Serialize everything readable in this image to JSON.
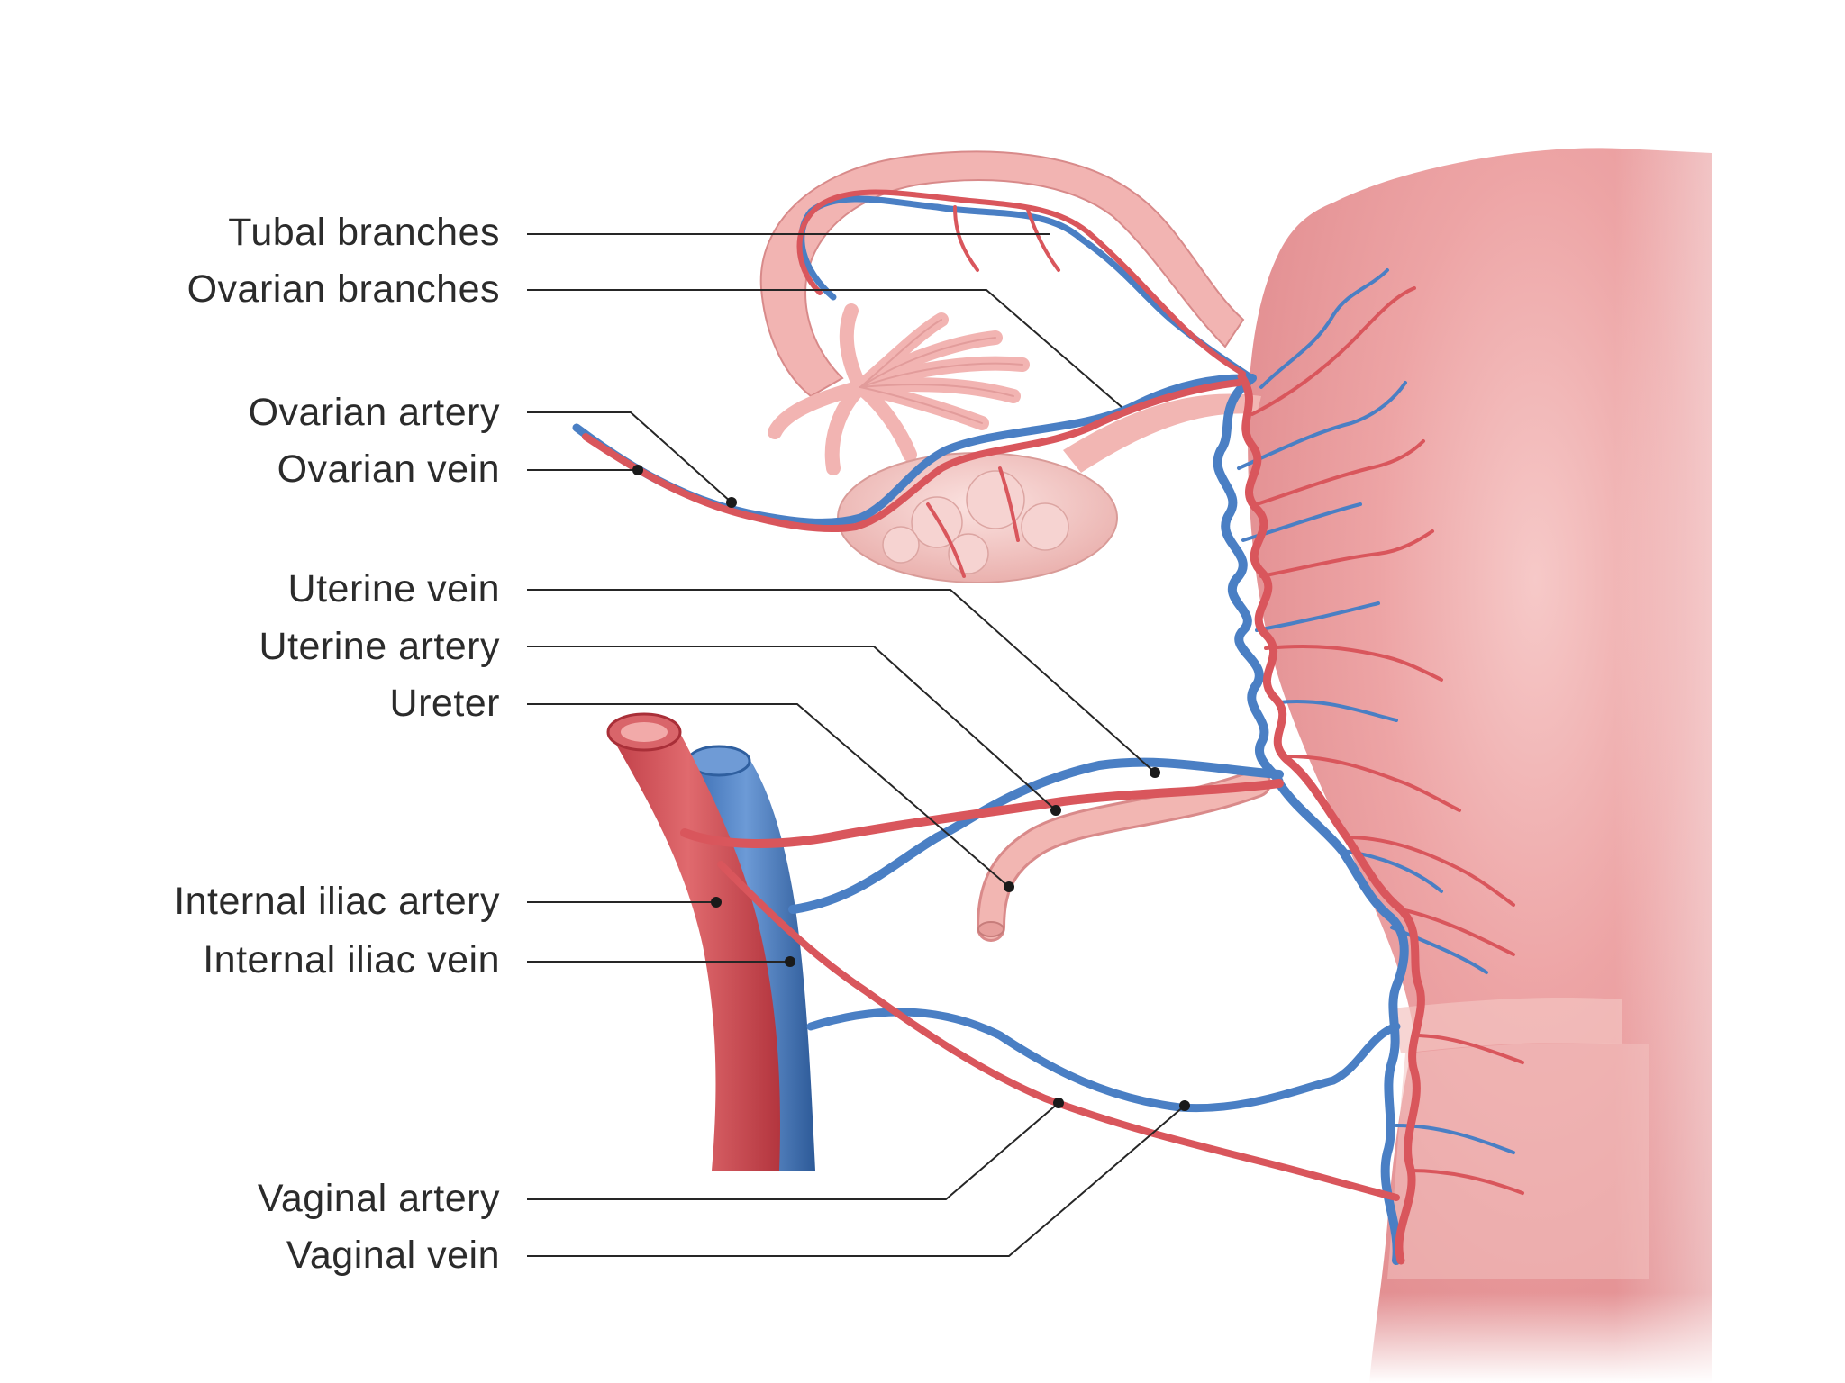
{
  "labels": {
    "tubal_branches": "Tubal branches",
    "ovarian_branches": "Ovarian branches",
    "ovarian_artery": "Ovarian artery",
    "ovarian_vein": "Ovarian vein",
    "uterine_vein": "Uterine vein",
    "uterine_artery": "Uterine artery",
    "ureter": "Ureter",
    "internal_iliac_artery": "Internal iliac artery",
    "internal_iliac_vein": "Internal iliac vein",
    "vaginal_artery": "Vaginal artery",
    "vaginal_vein": "Vaginal vein"
  },
  "colors": {
    "artery": "#d9565c",
    "artery_dark": "#b83a42",
    "vein": "#4a7fc4",
    "vein_dark": "#2f5f9f",
    "uterus": "#eaa5a5",
    "ovary": "#f1c4c2",
    "ureter": "#f0b0ac"
  }
}
